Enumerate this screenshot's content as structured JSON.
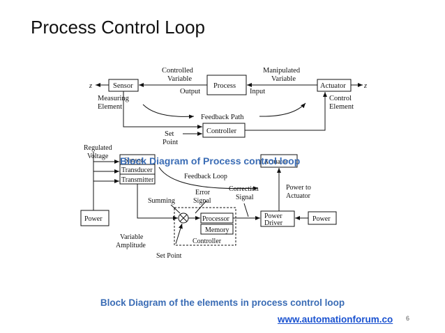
{
  "slide": {
    "title": "Process Control Loop",
    "caption_top": "Block Diagram of Process control loop",
    "caption_bottom": "Block Diagram of the elements in process control loop",
    "url": "www.automationforum.co",
    "page_number": "6"
  },
  "diagram1": {
    "sensor": "Sensor",
    "process": "Process",
    "actuator": "Actuator",
    "controller": "Controller",
    "controlled_variable_1": "Controlled",
    "controlled_variable_2": "Variable",
    "manipulated_variable_1": "Manipulated",
    "manipulated_variable_2": "Variable",
    "output": "Output",
    "input": "Input",
    "measuring_element_1": "Measuring",
    "measuring_element_2": "Element",
    "control_element_1": "Control",
    "control_element_2": "Element",
    "feedback_path": "Feedback Path",
    "set_point_1": "Set",
    "set_point_2": "Point",
    "z_left": "z",
    "z_right": "z"
  },
  "diagram2": {
    "regulated_voltage_1": "Regulated",
    "regulated_voltage_2": "Voltage",
    "sensor": "Sensor",
    "transducer": "Transducer",
    "transmitter": "Transmitter",
    "feedback_loop": "Feedback Loop",
    "actuator": "Actuator",
    "power_left": "Power",
    "summing": "Summing",
    "error_signal_1": "Error",
    "error_signal_2": "Signal",
    "correction_signal_1": "Correction",
    "correction_signal_2": "Signal",
    "power_to_actuator_1": "Power to",
    "power_to_actuator_2": "Actuator",
    "processor": "Processor",
    "memory": "Memory",
    "power_driver_1": "Power",
    "power_driver_2": "Driver",
    "power_right": "Power",
    "variable_amplitude_1": "Variable",
    "variable_amplitude_2": "Amplitude",
    "controller": "Controller",
    "set_point": "Set Point"
  }
}
